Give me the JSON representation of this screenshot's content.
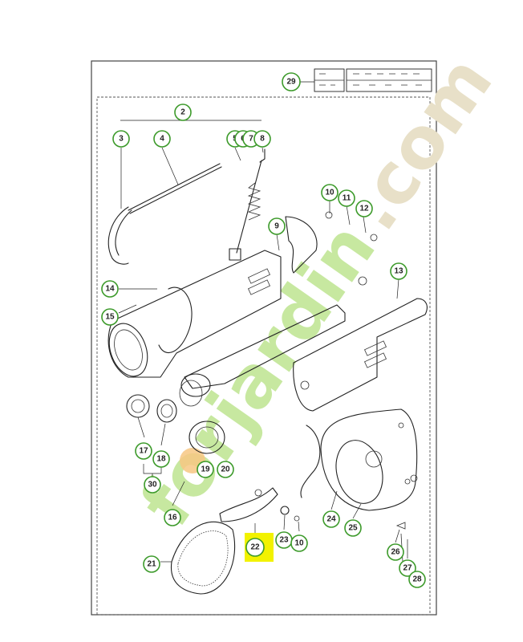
{
  "colors": {
    "callout_ring": "#3c9a2a",
    "highlight": "#f2f200",
    "watermark_green": "#c7e8a0",
    "watermark_orange": "#f7c783",
    "watermark_beige": "#e8e0c8"
  },
  "watermark": {
    "part1": "for",
    "part2": "jardin",
    "part3": ".com"
  },
  "callouts": [
    {
      "id": "29",
      "label": "29"
    },
    {
      "id": "2",
      "label": "2"
    },
    {
      "id": "3",
      "label": "3"
    },
    {
      "id": "4",
      "label": "4"
    },
    {
      "id": "5",
      "label": "5"
    },
    {
      "id": "6",
      "label": "6"
    },
    {
      "id": "7",
      "label": "7"
    },
    {
      "id": "8",
      "label": "8"
    },
    {
      "id": "10a",
      "label": "10"
    },
    {
      "id": "11",
      "label": "11"
    },
    {
      "id": "12",
      "label": "12"
    },
    {
      "id": "9",
      "label": "9"
    },
    {
      "id": "13",
      "label": "13"
    },
    {
      "id": "14",
      "label": "14"
    },
    {
      "id": "15",
      "label": "15"
    },
    {
      "id": "17",
      "label": "17"
    },
    {
      "id": "18",
      "label": "18"
    },
    {
      "id": "19",
      "label": "19"
    },
    {
      "id": "20",
      "label": "20"
    },
    {
      "id": "30",
      "label": "30"
    },
    {
      "id": "16",
      "label": "16"
    },
    {
      "id": "21",
      "label": "21"
    },
    {
      "id": "22",
      "label": "22",
      "highlighted": true
    },
    {
      "id": "23",
      "label": "23"
    },
    {
      "id": "10b",
      "label": "10"
    },
    {
      "id": "24",
      "label": "24"
    },
    {
      "id": "25",
      "label": "25"
    },
    {
      "id": "26",
      "label": "26"
    },
    {
      "id": "27",
      "label": "27"
    },
    {
      "id": "28",
      "label": "28"
    }
  ]
}
